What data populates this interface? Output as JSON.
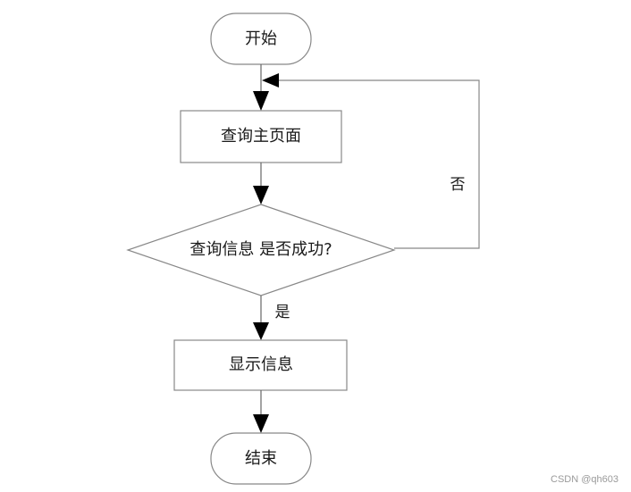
{
  "flowchart": {
    "start_label": "开始",
    "query_page_label": "查询主页面",
    "decision_label": "查询信息 是否成功?",
    "yes_label": "是",
    "no_label": "否",
    "show_info_label": "显示信息",
    "end_label": "结束"
  },
  "watermark": "CSDN @qh603"
}
